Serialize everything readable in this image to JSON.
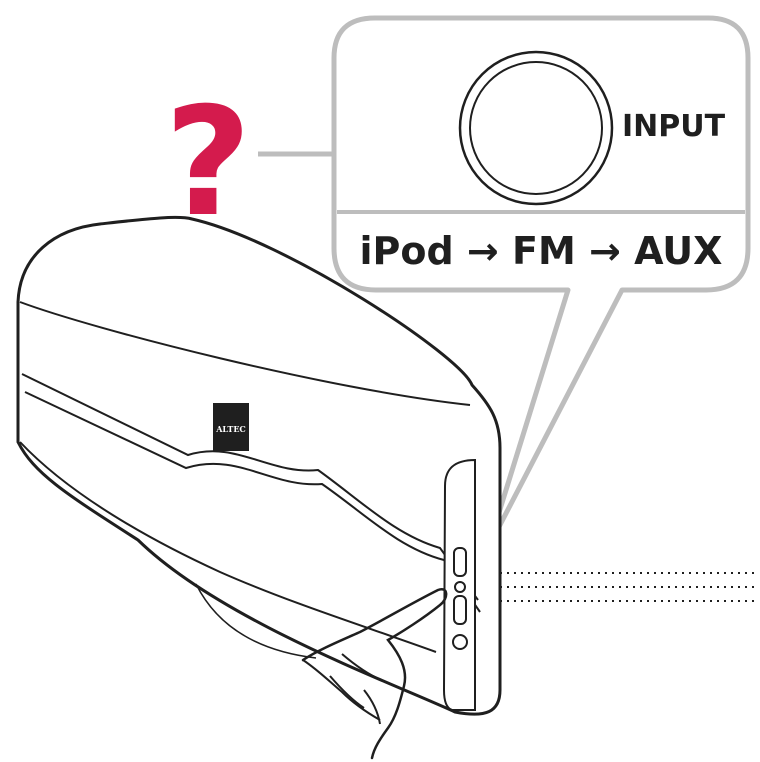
{
  "illustration": {
    "question_mark": "?",
    "callout": {
      "knob_label": "INPUT",
      "sequence": "iPod → FM → AUX"
    },
    "brand_logo": "ALTEC"
  },
  "colors": {
    "accent": "#d41b4d",
    "line": "#1f1f1f",
    "callout_border": "#bdbdbd",
    "background": "#ffffff"
  }
}
